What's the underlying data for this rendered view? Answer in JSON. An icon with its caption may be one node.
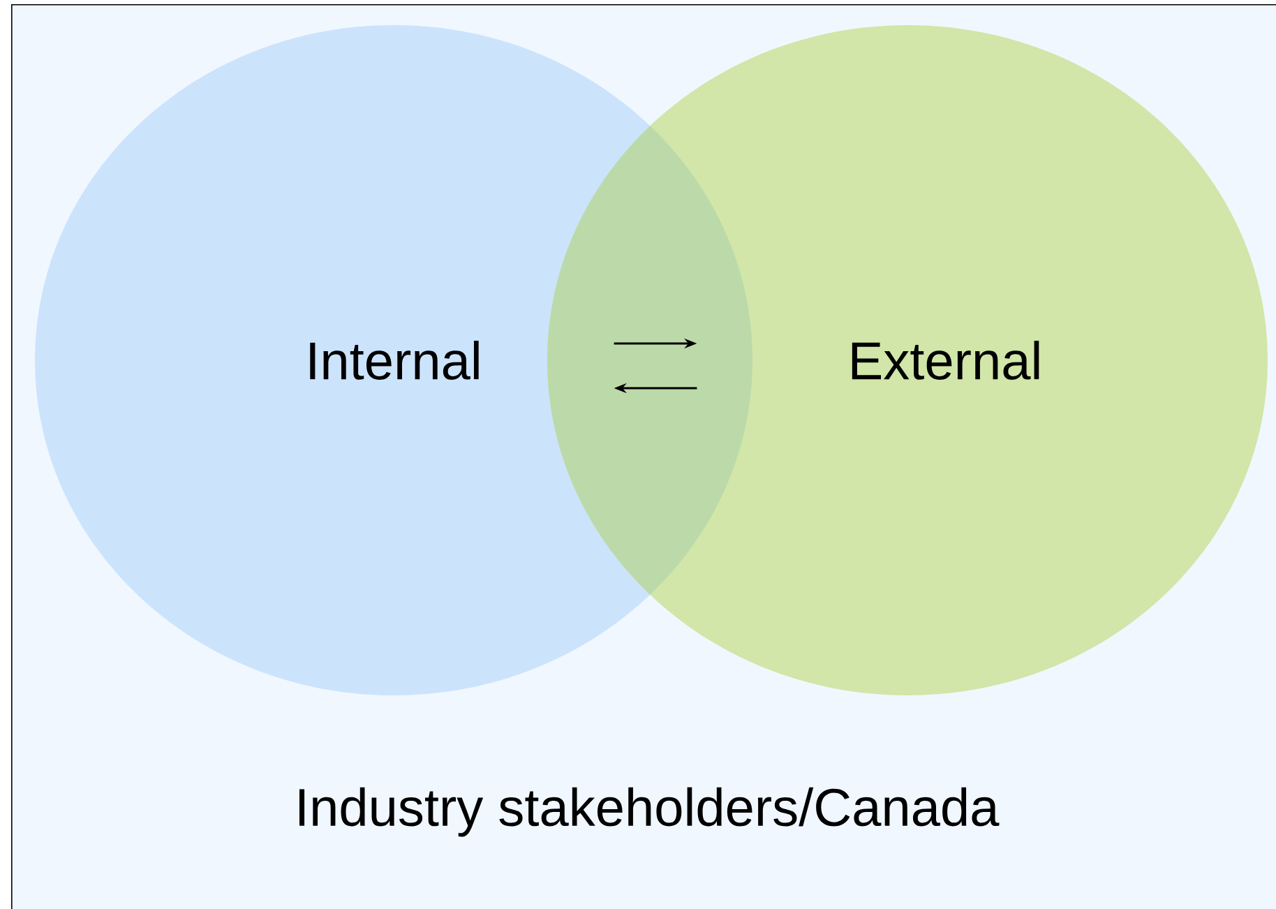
{
  "diagram": {
    "nodes": [
      {
        "text": [
          "Industry stakeholders/Canada"
        ]
      },
      {
        "text": [
          "Internal"
        ],
        "in": 0
      },
      {
        "text": [
          "External"
        ],
        "in": 0
      }
    ],
    "edges": [
      {
        "from": 1,
        "to": 2,
        "arrow": "to"
      },
      {
        "from": 2,
        "to": 1,
        "arrow": "to"
      }
    ]
  }
}
